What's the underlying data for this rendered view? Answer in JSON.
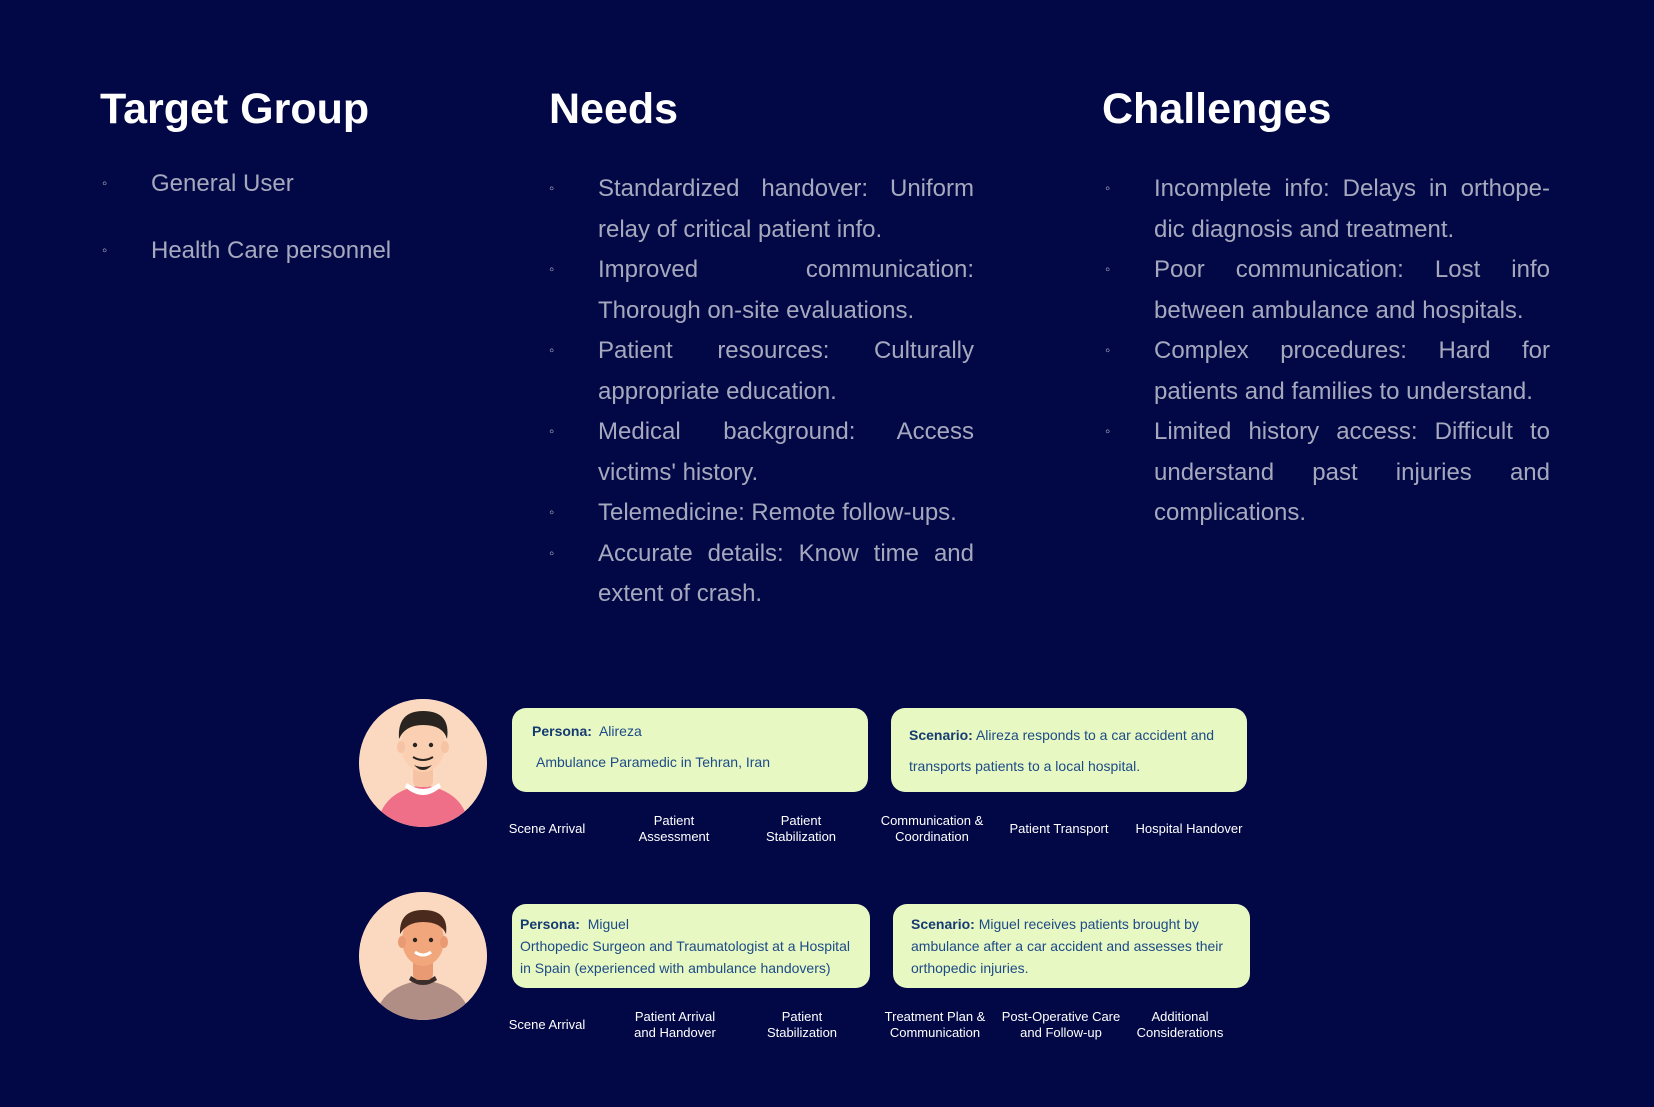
{
  "target_group": {
    "title": "Target Group",
    "items": [
      "General User",
      "Health Care personnel"
    ]
  },
  "needs": {
    "title": "Needs",
    "items": [
      "Standardized handover: Uniform relay of critical patient info.",
      "Improved communication: Thorough on-site evaluations.",
      "Patient resources: Culturally appropriate education.",
      "Medical background: Access victims' history.",
      "Telemedicine: Remote follow-ups.",
      "Accurate details: Know time and extent of crash."
    ]
  },
  "challenges": {
    "title": "Challenges",
    "items": [
      "Incomplete info: Delays in orthope-dic diagnosis and treatment.",
      "Poor communication: Lost info between ambulance and hospitals.",
      "Complex procedures: Hard for patients and families to understand.",
      "Limited history access: Difficult to understand past injuries and complications."
    ]
  },
  "bullet_glyph": "◦",
  "personas": [
    {
      "persona_label": "Persona:",
      "name": "Alireza",
      "role": "Ambulance Paramedic in Tehran, Iran",
      "scenario_label": "Scenario:",
      "scenario": "Alireza responds to a car accident and transports patients to a local hospital.",
      "steps": [
        "Scene Arrival",
        "Patient Assessment",
        "Patient Stabilization",
        "Communication & Coordination",
        "Patient Transport",
        "Hospital Handover"
      ]
    },
    {
      "persona_label": "Persona:",
      "name": "Miguel",
      "role": "Orthopedic Surgeon and Traumatologist at a Hospital in Spain (experienced with ambulance handovers)",
      "scenario_label": "Scenario:",
      "scenario": "Miguel receives patients brought by ambulance after a car accident and assesses their orthopedic injuries.",
      "steps": [
        "Scene Arrival",
        "Patient Arrival and Handover",
        "Patient Stabilization",
        "Treatment Plan & Communication",
        "Post-Operative Care and Follow-up",
        "Additional Considerations"
      ]
    }
  ],
  "colors": {
    "background": "#020846",
    "card": "#e7f8c2",
    "card_text": "#1d4a88",
    "body_text": "#a6a9bd"
  }
}
